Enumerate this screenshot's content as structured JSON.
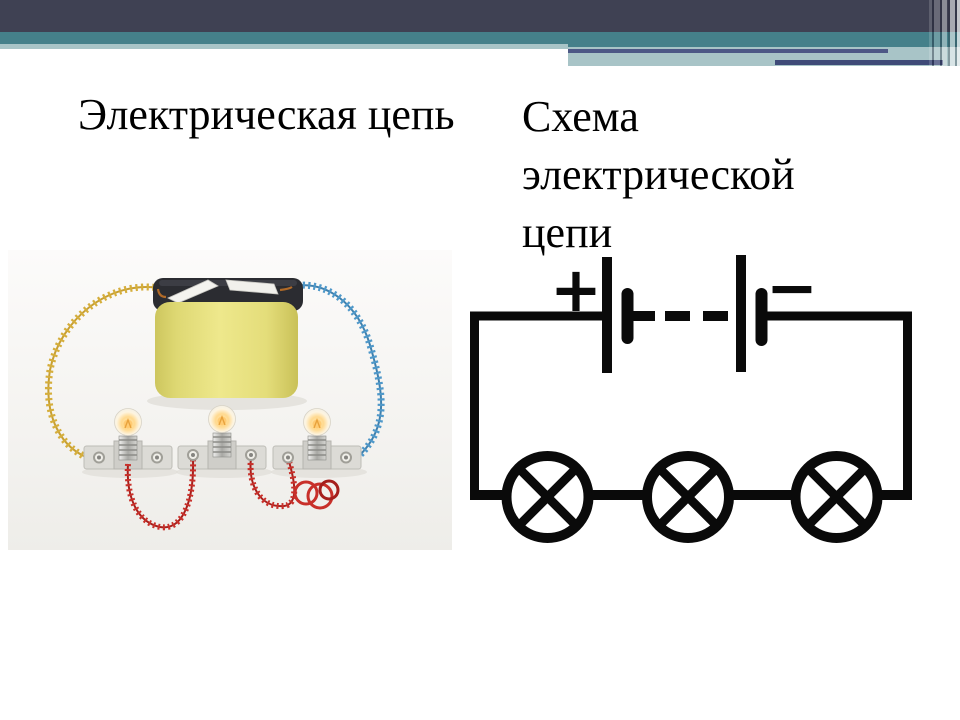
{
  "slide": {
    "left_title": "Электрическая цепь",
    "right_title": "Схема электрической цепи"
  },
  "theme": {
    "top_bar_color": "#3f4153",
    "teal_stripe_color": "#45808a",
    "pale_stripe_color": "#a8c4c7",
    "accent_line_color_1": "#4d5886",
    "accent_line_color_2": "#3f4a78",
    "background_color": "#ffffff"
  },
  "photo": {
    "subject": "battery connected by coiled wires to three light bulbs on metal brackets",
    "battery_body_color": "#ece687",
    "battery_cap_color": "#2b2c31",
    "left_wire_color": "#d2ac3b",
    "right_wire_color": "#4f98c9",
    "interconnect_wire_color": "#c32723",
    "bulb_count": 3
  },
  "diagram": {
    "subject": "series circuit schematic with two battery cells and three lamps",
    "line_color": "#0a0a0a",
    "battery": {
      "positive_label": "+",
      "negative_label": "−"
    },
    "lamp_count": 3
  }
}
